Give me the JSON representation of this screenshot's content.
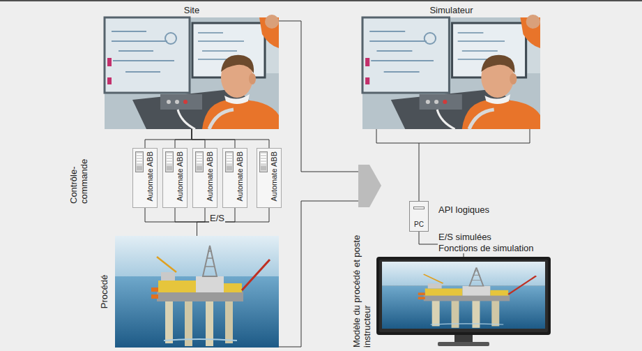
{
  "diagram": {
    "nodes": [
      {
        "text": [
          "Site"
        ]
      },
      {
        "text": [
          "Simulateur"
        ]
      },
      {
        "text": [
          "Automate ABB"
        ]
      },
      {
        "text": [
          "Automate ABB"
        ]
      },
      {
        "text": [
          "Automate ABB"
        ]
      },
      {
        "text": [
          "Automate ABB"
        ]
      },
      {
        "text": [
          "Automate ABB"
        ]
      },
      {
        "text": [
          "Procédé"
        ]
      },
      {
        "text": [
          "PC"
        ]
      },
      {
        "text": [
          "Modèle du procédé et poste instructeur"
        ]
      }
    ],
    "edges": [
      {
        "from": 0,
        "to": 2,
        "arrow": "none"
      },
      {
        "from": 0,
        "to": 3,
        "arrow": "none"
      },
      {
        "from": 0,
        "to": 4,
        "arrow": "none"
      },
      {
        "from": 0,
        "to": 5,
        "arrow": "none"
      },
      {
        "from": 0,
        "to": 6,
        "arrow": "none"
      },
      {
        "from": 2,
        "to": 7,
        "arrow": "none"
      },
      {
        "from": 3,
        "to": 7,
        "arrow": "none"
      },
      {
        "from": 4,
        "to": 7,
        "arrow": "none"
      },
      {
        "from": 5,
        "to": 7,
        "arrow": "none"
      },
      {
        "from": 6,
        "to": 7,
        "arrow": "none"
      },
      {
        "from": 1,
        "to": 8,
        "arrow": "none"
      },
      {
        "from": 8,
        "to": 9,
        "arrow": "none"
      }
    ],
    "labels": [
      "Contrôle- commande",
      "E/S",
      "API logiques",
      "E/S simulées",
      "Fonctions de simulation"
    ]
  }
}
